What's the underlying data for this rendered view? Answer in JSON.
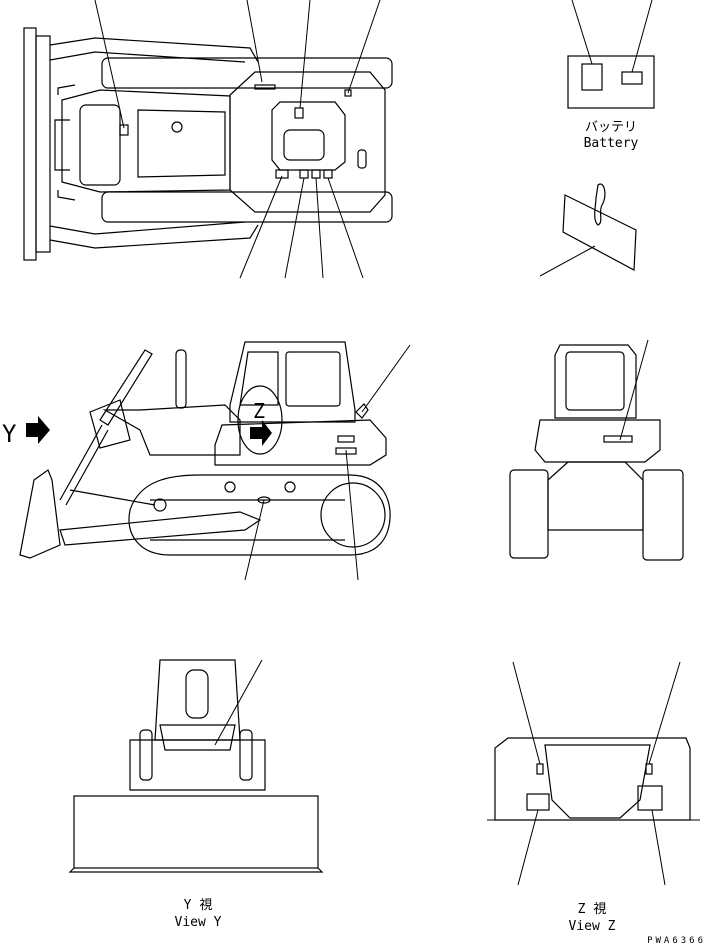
{
  "labels": {
    "battery_ja": "バッテリ",
    "battery_en": "Battery",
    "view_y_ja": "Y 視",
    "view_y_en": "View Y",
    "view_z_ja": "Z 視",
    "view_z_en": "View Z",
    "marker_y": "Y",
    "marker_z": "Z",
    "drawing_code": "PWA6366"
  },
  "colors": {
    "line": "#000000",
    "background": "#ffffff"
  }
}
